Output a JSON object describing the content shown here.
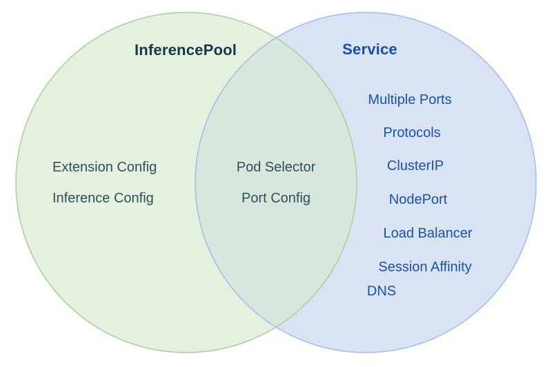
{
  "canvas": {
    "background": "#ffffff"
  },
  "venn": {
    "left": {
      "title": "InferencePool",
      "items": [
        "Extension Config",
        "Inference Config"
      ],
      "fill": "rgba(216,231,204,0.63)",
      "fill_flat": "#E6F0DF",
      "border": "#A9CE99",
      "title_color": "#16384D",
      "item_color": "#2E4F5D"
    },
    "right": {
      "title": "Service",
      "items": [
        "Multiple Ports",
        "Protocols",
        "ClusterIP",
        "NodePort",
        "Load Balancer",
        "Session Affinity",
        "DNS"
      ],
      "fill": "#D9E3F4",
      "border": "#9FBCEE",
      "title_color": "#174EA6",
      "item_color": "#1A52A8"
    },
    "overlap": {
      "items": [
        "Pod Selector",
        "Port Config"
      ],
      "fill": "#D8E6DC",
      "item_color": "#2E4F5D"
    }
  }
}
